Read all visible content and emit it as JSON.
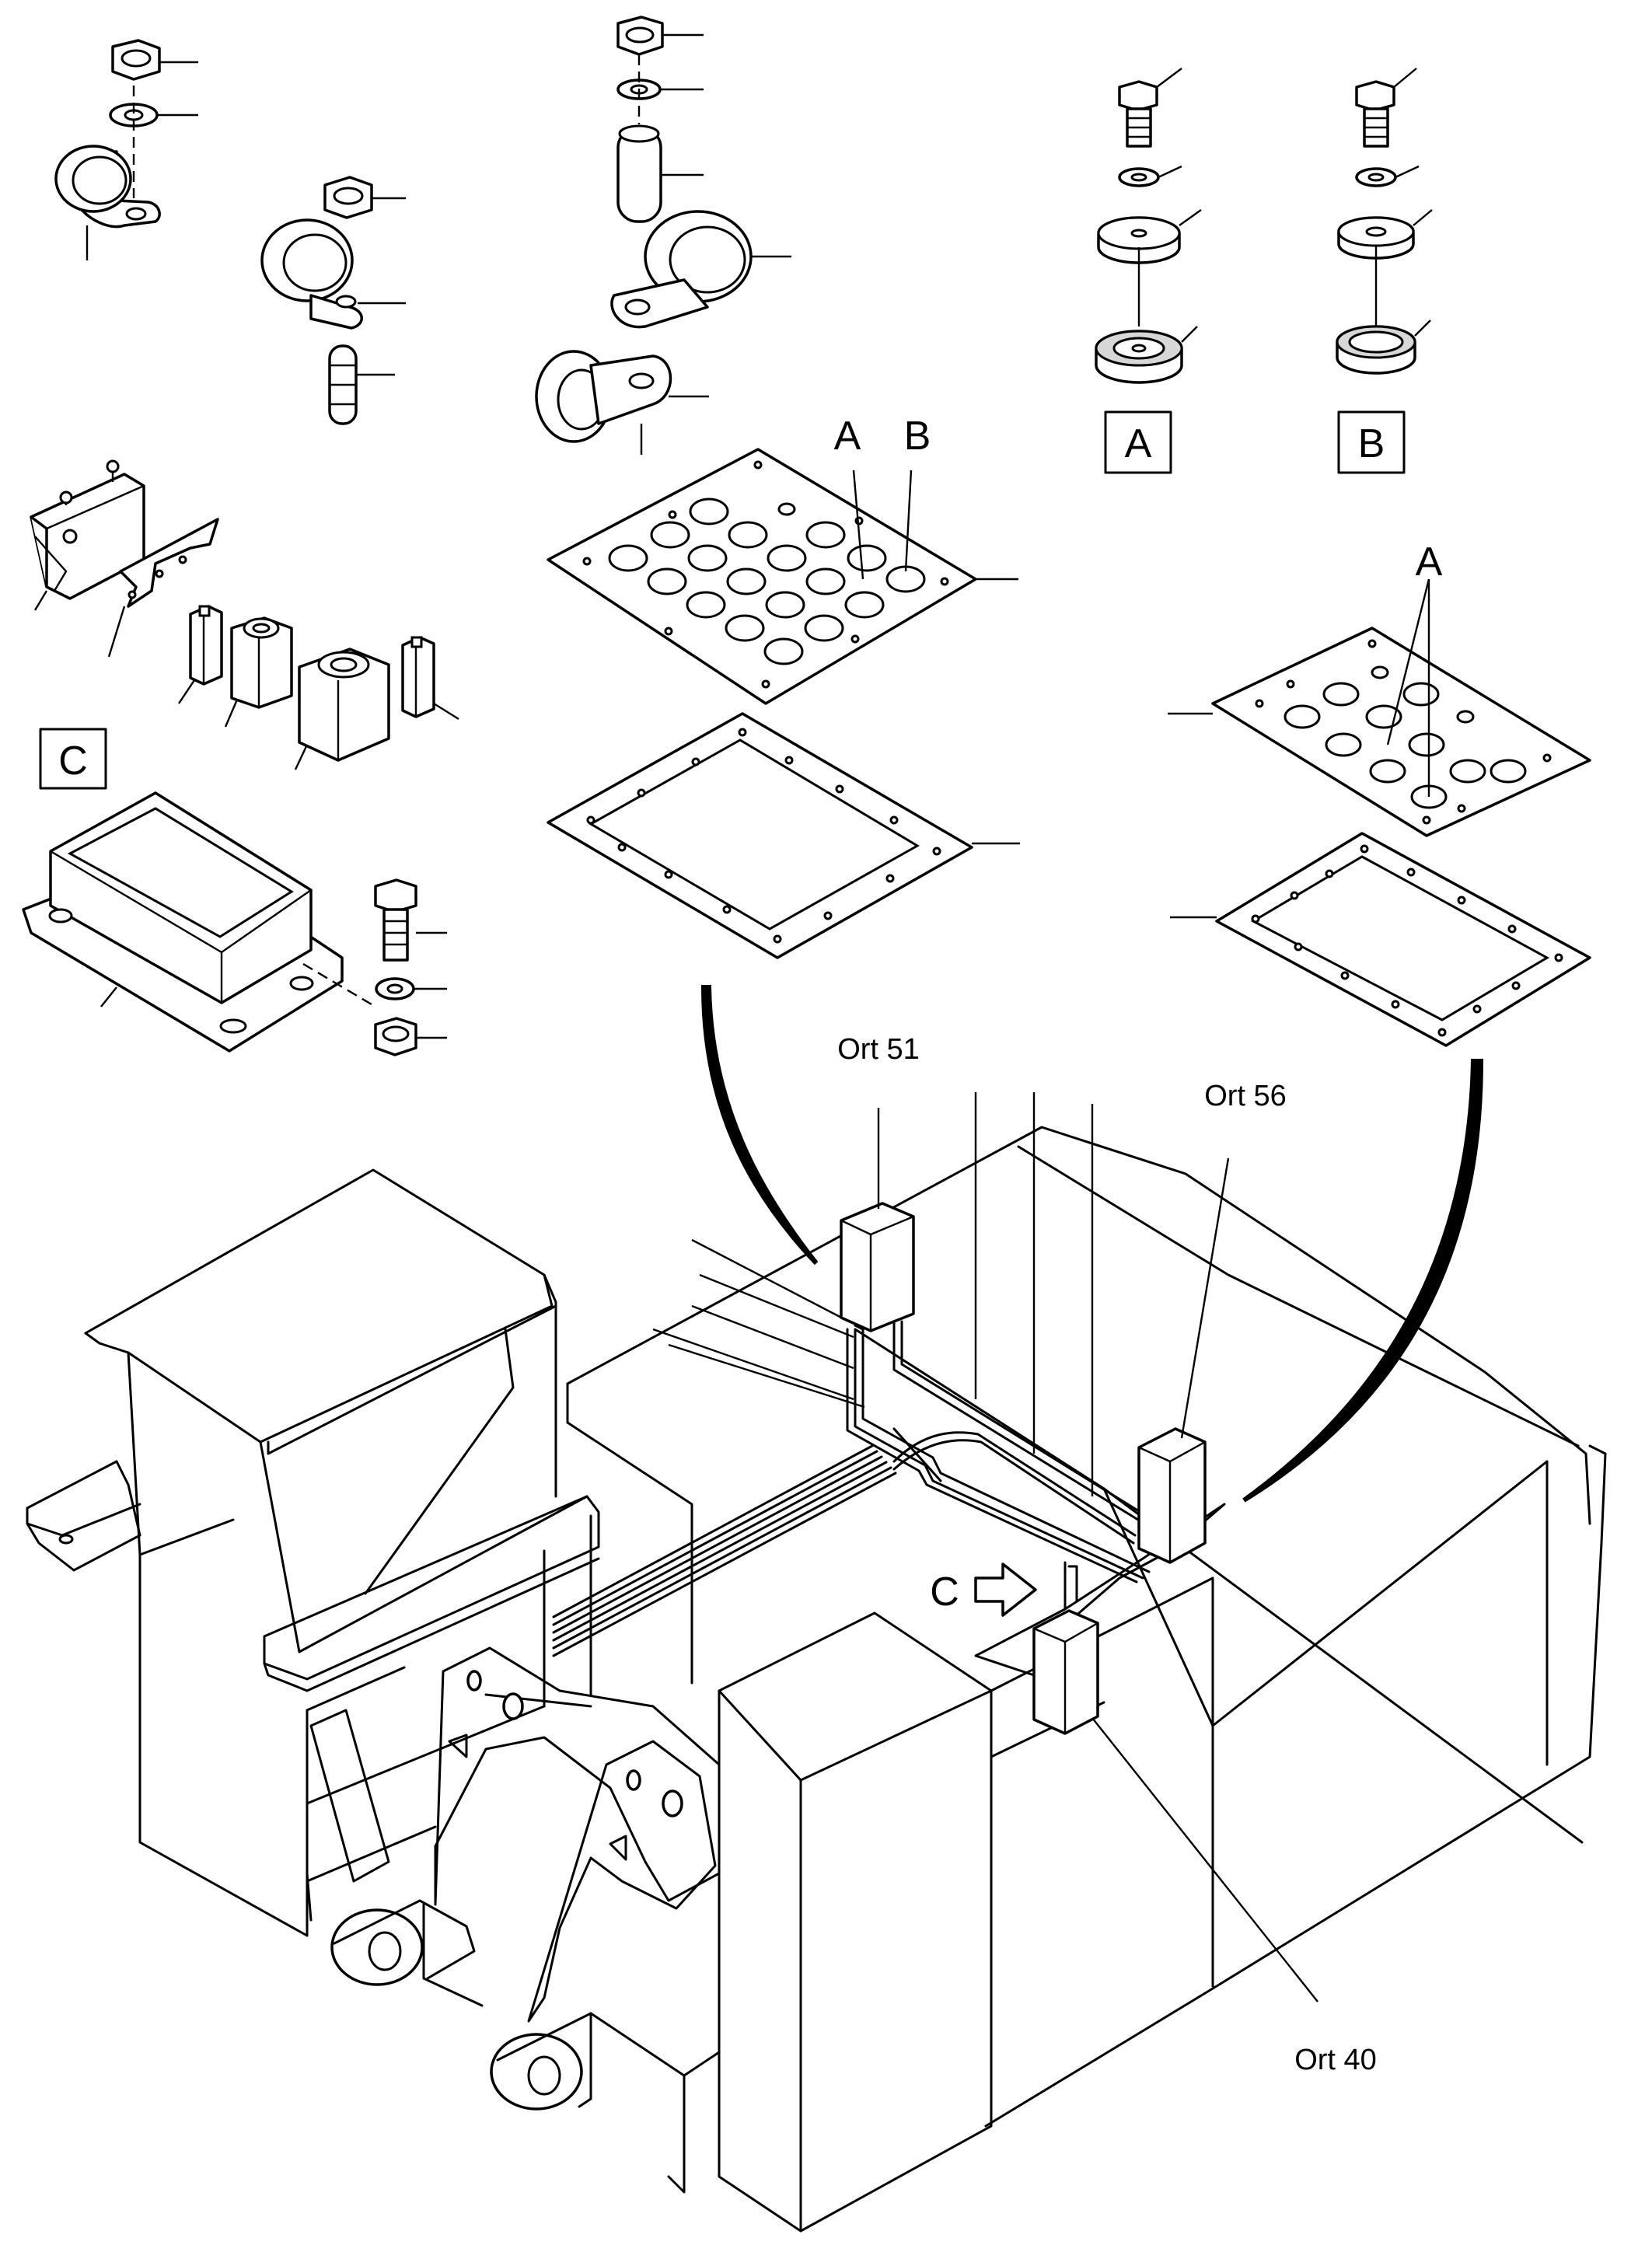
{
  "labels": {
    "ort_51": "Ort 51",
    "ort_56": "Ort 56",
    "ort_40": "Ort 40",
    "callout_a_top": "A",
    "callout_b_top": "B",
    "callout_a_right": "A",
    "callout_c_arrow": "C"
  },
  "boxes": {
    "a": "A",
    "b": "B",
    "c": "C"
  }
}
